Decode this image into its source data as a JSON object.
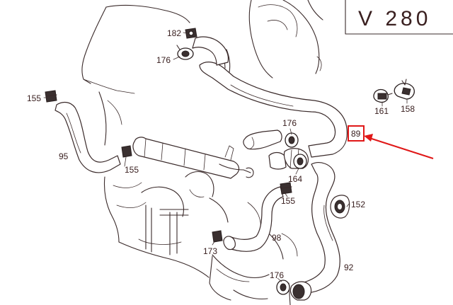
{
  "title": "V 280",
  "highlight": {
    "part": "89",
    "color": "#e01818"
  },
  "parts": {
    "p182": "182",
    "p176a": "176",
    "p155a": "155",
    "p95": "95",
    "p155b": "155",
    "p176b": "176",
    "p89": "89",
    "p161": "161",
    "p158": "158",
    "p164": "164",
    "p155c": "155",
    "p152": "152",
    "p98": "98",
    "p173": "173",
    "p92": "92",
    "p176c": "176"
  }
}
